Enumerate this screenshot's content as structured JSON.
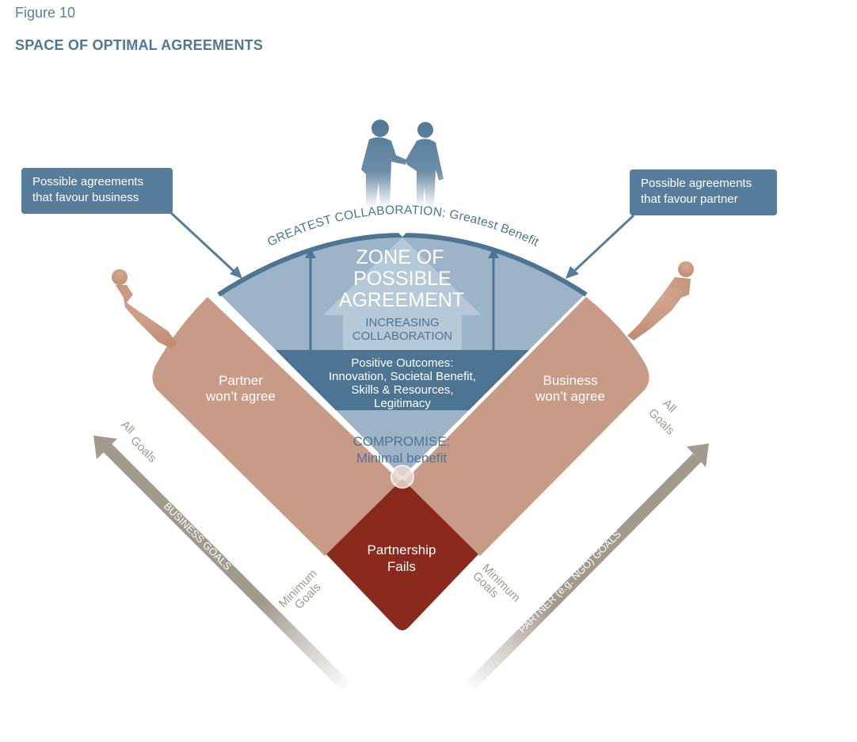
{
  "figure_label": "Figure 10",
  "title": "SPACE OF OPTIMAL AGREEMENTS",
  "callouts": {
    "business_line1": "Possible agreements",
    "business_line2": "that favour business",
    "partner_line1": "Possible agreements",
    "partner_line2": "that favour partner"
  },
  "arc_label": "GREATEST COLLABORATION: Greatest Benefit",
  "zone": {
    "line1": "ZONE OF",
    "line2": "POSSIBLE",
    "line3": "AGREEMENT"
  },
  "increasing": {
    "line1": "INCREASING",
    "line2": "COLLABORATION"
  },
  "outcomes": {
    "line1": "Positive Outcomes:",
    "line2": "Innovation, Societal Benefit,",
    "line3": "Skills & Resources,",
    "line4": "Legitimacy"
  },
  "compromise": {
    "line1": "COMPROMISE:",
    "line2": "Minimal benefit"
  },
  "partner_wont": {
    "line1": "Partner",
    "line2": "won’t agree"
  },
  "business_wont": {
    "line1": "Business",
    "line2": "won’t agree"
  },
  "fails": {
    "line1": "Partnership",
    "line2": "Fails"
  },
  "left_axis": {
    "label": "BUSINESS GOALS",
    "all1": "All",
    "all2": "Goals",
    "min1": "Minimum",
    "min2": "Goals"
  },
  "right_axis": {
    "label": "PARTNER (e.g. NGO) GOALS",
    "all1": "All",
    "all2": "Goals",
    "min1": "Minimum",
    "min2": "Goals"
  },
  "colors": {
    "zone_light": "#9db3c7",
    "zone_dark": "#4c7593",
    "salmon": "#c89b86",
    "fails": "#8a2a1c",
    "axis": "#a39a8e",
    "callout": "#567e9c",
    "title": "#4f7895"
  }
}
